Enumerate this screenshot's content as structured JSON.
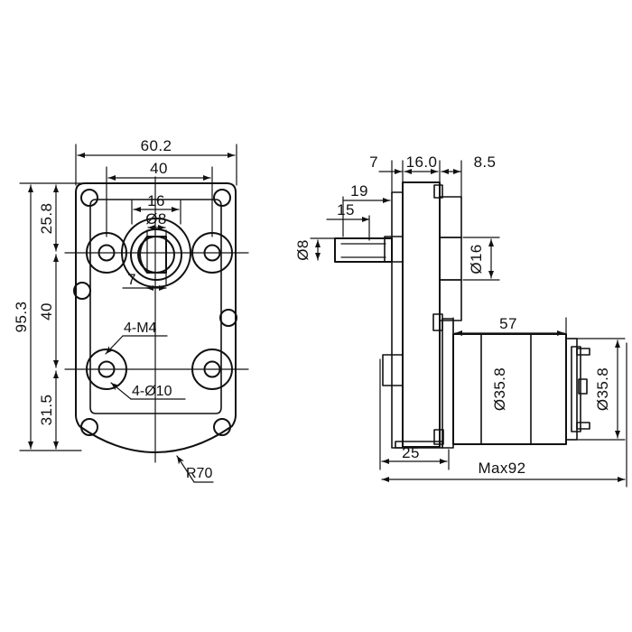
{
  "drawing": {
    "title": "Gear motor dimensional drawing",
    "background_color": "#ffffff",
    "part_fill_color": "#c9dced",
    "line_color": "#111111"
  },
  "views": {
    "front": {
      "name": "front-view-mounting-plate",
      "dimensions": {
        "overall_width": "60.2",
        "hole_span_width": "40",
        "hub_width": "16",
        "shaft_diameter": "Ø8",
        "flat_depth": "7",
        "overall_height": "95.3",
        "top_to_upper_hole": "25.8",
        "hole_span_height": "40",
        "lower_hole_to_bottom": "31.5"
      },
      "annotations": {
        "tapped_holes": "4-M4",
        "bosses": "4-Ø10",
        "corner_radius": "R70"
      }
    },
    "side": {
      "name": "side-view-gearbox-motor",
      "dimensions": {
        "shaft_shoulder": "7",
        "gearbox_thickness": "16.0",
        "boss_depth": "8.5",
        "shaft_length_full": "19",
        "shaft_length_flat": "15",
        "shaft_diameter": "Ø8",
        "bearing_boss_diameter": "Ø16",
        "motor_length": "57",
        "motor_diameter": "Ø35.8",
        "motor_end_diameter": "Ø35.8",
        "plate_offset": "25",
        "overall_length": "Max92"
      }
    }
  }
}
